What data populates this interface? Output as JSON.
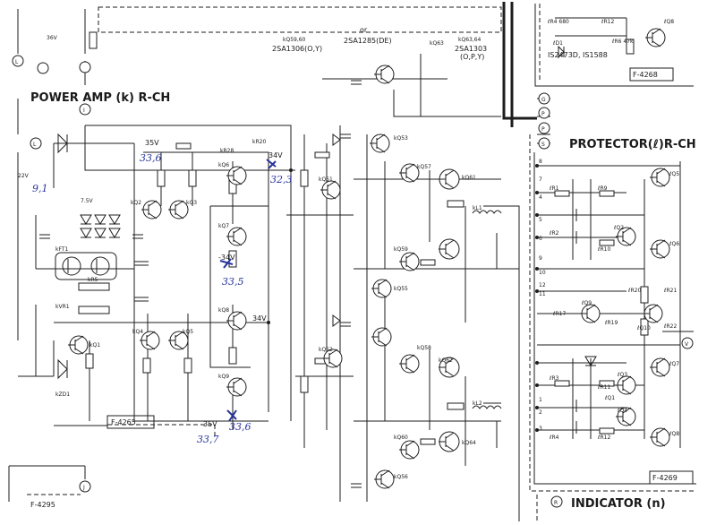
{
  "titles": {
    "power_amp": "POWER AMP (k) R-CH",
    "protector": "PROTECTOR(ℓ)R-CH",
    "indicator": "INDICATOR (n)"
  },
  "boards": [
    "F-4265",
    "F-4295",
    "F-4268",
    "F-4269"
  ],
  "top_labels": {
    "ref_a": "kQ59,60",
    "part_a": "2SA1306(O,Y)",
    "or": "or",
    "part_b": "2SA1285(DE)",
    "ref_b": "kQ63,64",
    "part_c": "2SA1303",
    "part_c_sub": "(O,P,Y)",
    "ic": "IS2473D, IS1588"
  },
  "connectors": {
    "L_top": "L",
    "L_mid": "L",
    "I": "I",
    "J": "J",
    "G": "G",
    "P1": "P",
    "P2": "P",
    "S": "S",
    "V": "V",
    "R": "R"
  },
  "voltages": {
    "v35_top": "35V",
    "v34_top": "34V",
    "v34_mid": "-34V",
    "v34_low": "34V",
    "v35_bot": "-35V",
    "v36": "36V",
    "v75": "7.5V",
    "v22": "22V"
  },
  "handwritten": {
    "n1": "33,6",
    "n2": "32,3",
    "n3": "9,1",
    "n4": "33,5",
    "n5": "33,7",
    "n6": "33,6"
  },
  "left_refs": [
    {
      "name": "kQ2",
      "text": "kQ2"
    },
    {
      "name": "kQ3",
      "text": "kQ3"
    },
    {
      "name": "kQ4",
      "text": "kQ4"
    },
    {
      "name": "kQ5",
      "text": "kQ5"
    },
    {
      "name": "kQ1",
      "text": "kQ1"
    },
    {
      "name": "kQ6",
      "text": "kQ6"
    },
    {
      "name": "kQ7",
      "text": "kQ7"
    },
    {
      "name": "kQ8",
      "text": "kQ8"
    },
    {
      "name": "kQ9",
      "text": "kQ9"
    },
    {
      "name": "kFT1",
      "text": "kFT1"
    },
    {
      "name": "kVR1",
      "text": "kVR1"
    },
    {
      "name": "kZD1",
      "text": "kZD1"
    },
    {
      "name": "kR5",
      "text": "kR5"
    },
    {
      "name": "kR28",
      "text": "kR28"
    },
    {
      "name": "kR20",
      "text": "kR20"
    }
  ],
  "mid_refs": [
    {
      "name": "kQ51",
      "text": "kQ51"
    },
    {
      "name": "kQ52",
      "text": "kQ52"
    },
    {
      "name": "kQ53",
      "text": "kQ53"
    },
    {
      "name": "kQ55",
      "text": "kQ55"
    },
    {
      "name": "kQ56",
      "text": "kQ56"
    },
    {
      "name": "kQ57",
      "text": "kQ57"
    },
    {
      "name": "kQ58",
      "text": "kQ58"
    },
    {
      "name": "kQ59",
      "text": "kQ59"
    },
    {
      "name": "kQ60",
      "text": "kQ60"
    },
    {
      "name": "kQ61",
      "text": "kQ61"
    },
    {
      "name": "kQ62",
      "text": "kQ62"
    },
    {
      "name": "kQ63",
      "text": "kQ63"
    },
    {
      "name": "kQ64",
      "text": "kQ64"
    },
    {
      "name": "kL1",
      "text": "kL1"
    },
    {
      "name": "kL2",
      "text": "kL2"
    }
  ],
  "right_refs": [
    {
      "name": "lQ1",
      "text": "ℓQ1"
    },
    {
      "name": "lQ2",
      "text": "ℓQ2"
    },
    {
      "name": "lQ3",
      "text": "ℓQ3"
    },
    {
      "name": "lQ4",
      "text": "ℓQ4"
    },
    {
      "name": "lQ5",
      "text": "ℓQ5"
    },
    {
      "name": "lQ6",
      "text": "ℓQ6"
    },
    {
      "name": "lQ7",
      "text": "ℓQ7"
    },
    {
      "name": "lQ8",
      "text": "ℓQ8"
    },
    {
      "name": "lQ9",
      "text": "ℓQ9"
    },
    {
      "name": "lQ10",
      "text": "ℓQ10"
    },
    {
      "name": "lR1",
      "text": "ℓR1"
    },
    {
      "name": "lR2",
      "text": "ℓR2"
    },
    {
      "name": "lR3",
      "text": "ℓR3"
    },
    {
      "name": "lR4",
      "text": "ℓR4"
    },
    {
      "name": "lR9",
      "text": "ℓR9"
    },
    {
      "name": "lR10",
      "text": "ℓR10"
    },
    {
      "name": "lR11",
      "text": "ℓR11"
    },
    {
      "name": "lR12",
      "text": "ℓR12"
    },
    {
      "name": "lR17",
      "text": "ℓR17"
    },
    {
      "name": "lR19",
      "text": "ℓR19"
    },
    {
      "name": "lR20",
      "text": "ℓR20"
    },
    {
      "name": "lR21",
      "text": "ℓR21"
    },
    {
      "name": "lR22",
      "text": "ℓR22"
    }
  ],
  "top_right": {
    "r4": "ℓR4 680",
    "r12": "ℓR12",
    "d1": "ℓD1",
    "r6": "ℓR6 47k",
    "q8": "ℓQ8"
  },
  "pins": [
    "8",
    "7",
    "4",
    "5",
    "6",
    "10",
    "9",
    "11",
    "12",
    "1",
    "2",
    "3"
  ]
}
